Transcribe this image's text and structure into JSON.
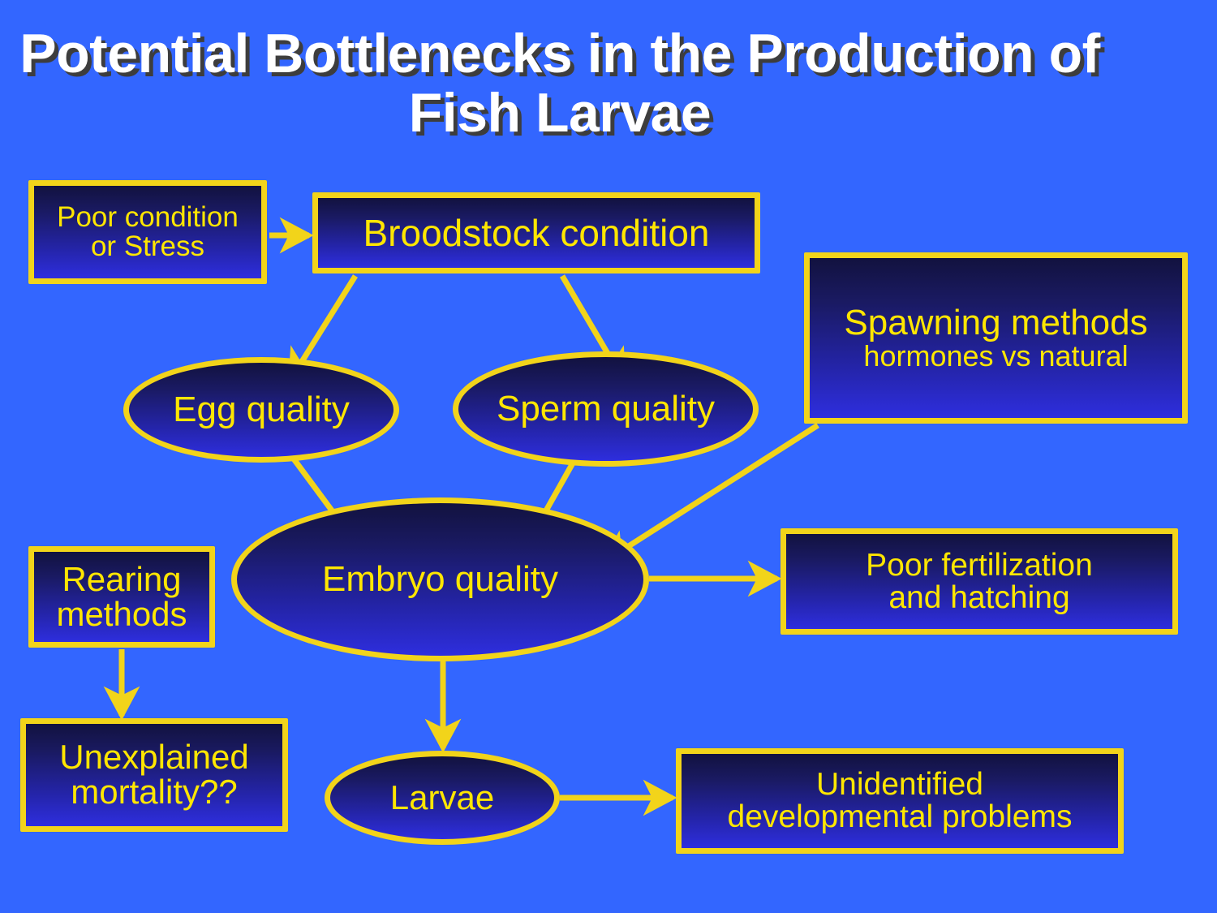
{
  "slide": {
    "title": "Potential Bottlenecks in the\nProduction of Fish Larvae",
    "background_color": "#3366FF",
    "node_fill_top_color": "#12123F",
    "node_fill_bottom_color": "#2E2EDE",
    "node_border_color": "#F2D41A",
    "node_text_color": "#FFE600",
    "title_text_color": "#FFFFFF",
    "title_shadow_color": "#3D3D3D"
  },
  "nodes": {
    "poor_condition": {
      "label": "Poor condition\nor Stress",
      "shape": "box"
    },
    "broodstock": {
      "label": "Broodstock condition",
      "shape": "box"
    },
    "spawning": {
      "label": "Spawning methods",
      "sublabel": "hormones vs natural",
      "shape": "box"
    },
    "egg_quality": {
      "label": "Egg quality",
      "shape": "ellipse"
    },
    "sperm_quality": {
      "label": "Sperm quality",
      "shape": "ellipse"
    },
    "embryo_quality": {
      "label": "Embryo quality",
      "shape": "ellipse"
    },
    "rearing_methods": {
      "label": "Rearing\nmethods",
      "shape": "box"
    },
    "poor_fertilization": {
      "label": "Poor fertilization\nand hatching",
      "shape": "box"
    },
    "unexplained_mortality": {
      "label": "Unexplained\nmortality??",
      "shape": "box"
    },
    "larvae": {
      "label": "Larvae",
      "shape": "ellipse"
    },
    "unidentified_problems": {
      "label": "Unidentified\ndevelopmental problems",
      "shape": "box"
    }
  },
  "edges": [
    {
      "from": "poor_condition",
      "to": "broodstock",
      "arrow": true
    },
    {
      "from": "broodstock",
      "to": "egg_quality",
      "arrow": true
    },
    {
      "from": "broodstock",
      "to": "sperm_quality",
      "arrow": true
    },
    {
      "from": "egg_quality",
      "to": "embryo_quality",
      "arrow": true
    },
    {
      "from": "sperm_quality",
      "to": "embryo_quality",
      "arrow": true
    },
    {
      "from": "spawning",
      "to": "embryo_quality",
      "arrow": true
    },
    {
      "from": "embryo_quality",
      "to": "poor_fertilization",
      "arrow": true
    },
    {
      "from": "embryo_quality",
      "to": "larvae",
      "arrow": true
    },
    {
      "from": "rearing_methods",
      "to": "unexplained_mortality",
      "arrow": true
    },
    {
      "from": "larvae",
      "to": "unidentified_problems",
      "arrow": true
    }
  ]
}
